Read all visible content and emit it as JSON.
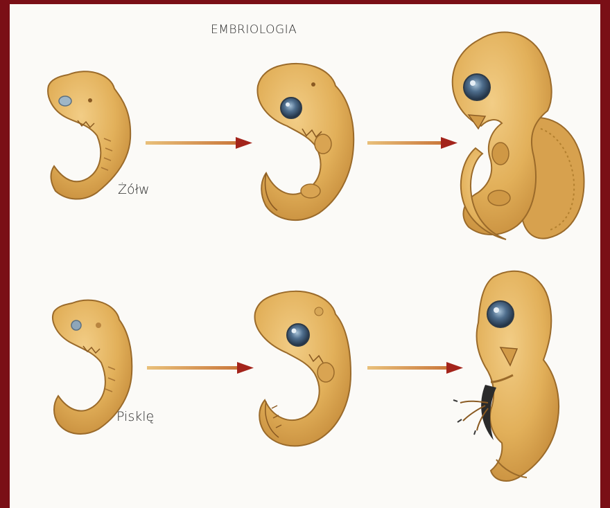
{
  "title": "EMBRIOLOGIA",
  "rows": [
    {
      "label": "Żółw",
      "stages": [
        "turtle-embryo-early",
        "turtle-embryo-middle",
        "turtle-embryo-late"
      ]
    },
    {
      "label": "Pisklę",
      "stages": [
        "chick-embryo-early",
        "chick-embryo-middle",
        "chick-embryo-late"
      ]
    }
  ],
  "colors": {
    "frame": "#7a0f16",
    "background": "#fbfaf7",
    "embryo_fill": "#e2b05a",
    "embryo_outline": "#9a6a2a",
    "arrow": "#d39a50",
    "arrow_head": "#a3241b",
    "eye": "#3f5b78"
  }
}
